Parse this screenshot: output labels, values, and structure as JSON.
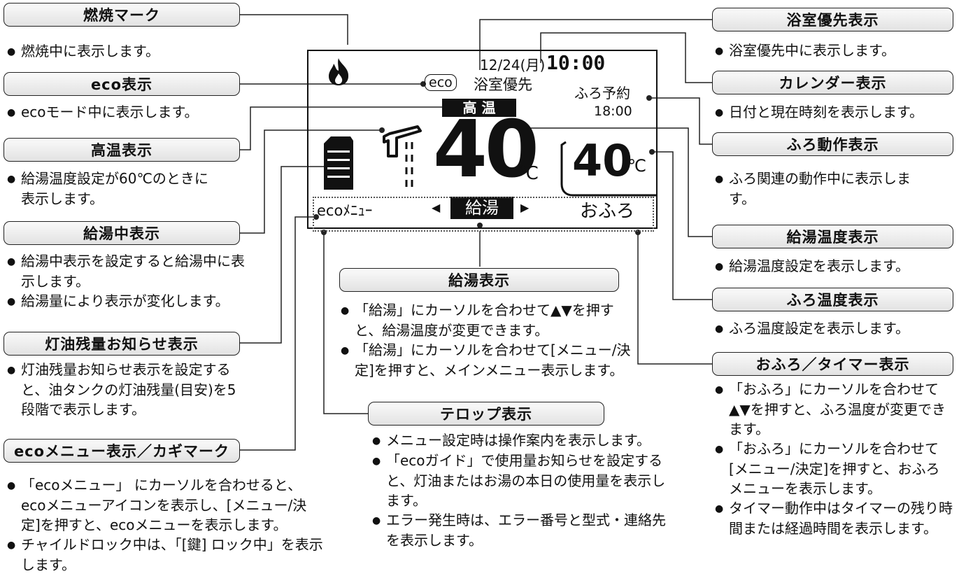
{
  "callouts": {
    "flame": {
      "title": "燃焼マーク",
      "items": [
        "燃焼中に表示します。"
      ]
    },
    "eco": {
      "title": "eco表示",
      "items": [
        "ecoモード中に表示します。"
      ]
    },
    "hightemp": {
      "title": "高温表示",
      "items": [
        "給湯温度設定が60℃のときに表示します。"
      ]
    },
    "supplying": {
      "title": "給湯中表示",
      "items": [
        "給湯中表示を設定すると給湯中に表示します。",
        "給湯量により表示が変化します。"
      ]
    },
    "kerosene": {
      "title": "灯油残量お知らせ表示",
      "items": [
        "灯油残量お知らせ表示を設定すると、油タンクの灯油残量(目安)を5段階で表示します。"
      ]
    },
    "ecomenu": {
      "title": "ecoメニュー表示／カギマーク",
      "items": [
        "「ecoメニュー」 にカーソルを合わせると、ecoメニューアイコンを表示し、[メニュー/決定]を押すと、ecoメニューを表示します。",
        "チャイルドロック中は、「[鍵] ロック中」を表示します。"
      ]
    },
    "supply_display": {
      "title": "給湯表示",
      "items": [
        "「給湯」にカーソルを合わせて▲▼を押すと、給湯温度が変更できます。",
        "「給湯」にカーソルを合わせて[メニュー/決定]を押すと、メインメニュー表示します。"
      ]
    },
    "telop": {
      "title": "テロップ表示",
      "items": [
        "メニュー設定時は操作案内を表示します。",
        "「ecoガイド」で使用量お知らせを設定すると、灯油またはお湯の本日の使用量を表示します。",
        "エラー発生時は、エラー番号と型式・連絡先を表示します。"
      ]
    },
    "bath_priority": {
      "title": "浴室優先表示",
      "items": [
        "浴室優先中に表示します。"
      ]
    },
    "calendar": {
      "title": "カレンダー表示",
      "items": [
        "日付と現在時刻を表示します。"
      ]
    },
    "bath_action": {
      "title": "ふろ動作表示",
      "items": [
        "ふろ関連の動作中に表示します。"
      ]
    },
    "supply_temp": {
      "title": "給湯温度表示",
      "items": [
        "給湯温度設定を表示します。"
      ]
    },
    "bath_temp": {
      "title": "ふろ温度表示",
      "items": [
        "ふろ温度設定を表示します。"
      ]
    },
    "ofuro_timer": {
      "title": "おふろ／タイマー表示",
      "items": [
        "「おふろ」にカーソルを合わせて▲▼を押すと、ふろ温度が変更できます。",
        "「おふろ」にカーソルを合わせて[メニュー/決定]を押すと、おふろメニューを表示します。",
        "タイマー動作中はタイマーの残り時間または経過時間を表示します。"
      ]
    }
  },
  "screen": {
    "date": "12/24(月)",
    "time": "10:00",
    "eco_badge": "eco",
    "bath_priority": "浴室優先",
    "bath_reserve": "ふろ予約",
    "reserve_time": "18:00",
    "hightemp_badge": "高 温",
    "supply_temp": "40",
    "bath_temp": "40",
    "unit": "℃",
    "menu_eco": "ecoﾒﾆｭｰ",
    "menu_supply": "給湯",
    "menu_ofuro": "おふろ"
  },
  "glyphs": {
    "menu_button": "ﾒﾆｭｰ 決定",
    "lock": "🔑"
  }
}
